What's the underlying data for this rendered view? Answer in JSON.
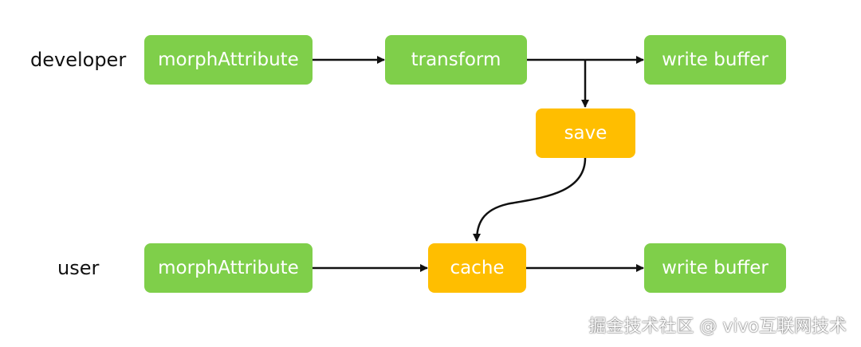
{
  "labels": {
    "developer": "developer",
    "user": "user"
  },
  "nodes": {
    "dev_morph": "morphAttribute",
    "dev_transform": "transform",
    "dev_write": "write buffer",
    "save": "save",
    "user_morph": "morphAttribute",
    "cache": "cache",
    "user_write": "write buffer"
  },
  "watermark": "掘金技术社区 @ vivo互联网技术",
  "colors": {
    "green": "#7fcf4a",
    "orange": "#ffbe00",
    "arrow": "#111111",
    "text": "#111111"
  }
}
